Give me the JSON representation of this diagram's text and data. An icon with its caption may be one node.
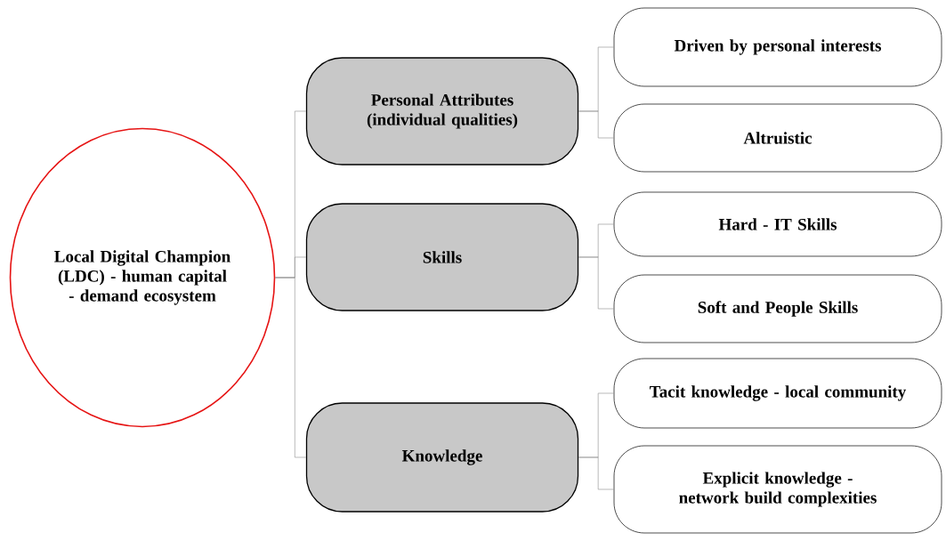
{
  "diagram": {
    "nodes": [
      {
        "text": [
          "Local Digital Champion (LDC) - human capital - demand ecosystem"
        ]
      },
      {
        "text": [
          "Personal Attributes (individual qualities)"
        ]
      },
      {
        "text": [
          "Driven by personal interests"
        ]
      },
      {
        "text": [
          "Altruistic"
        ]
      },
      {
        "text": [
          "Skills"
        ]
      },
      {
        "text": [
          "Hard - IT Skills"
        ]
      },
      {
        "text": [
          "Soft and People Skills"
        ]
      },
      {
        "text": [
          "Knowledge"
        ]
      },
      {
        "text": [
          "Tacit knowledge - local community"
        ]
      },
      {
        "text": [
          "Explicit knowledge - network build complexities"
        ]
      }
    ],
    "edges": [
      {
        "from": 0,
        "to": 1,
        "arrow": "none"
      },
      {
        "from": 0,
        "to": 4,
        "arrow": "none"
      },
      {
        "from": 0,
        "to": 7,
        "arrow": "none"
      },
      {
        "from": 1,
        "to": 2,
        "arrow": "none"
      },
      {
        "from": 1,
        "to": 3,
        "arrow": "none"
      },
      {
        "from": 4,
        "to": 5,
        "arrow": "none"
      },
      {
        "from": 4,
        "to": 6,
        "arrow": "none"
      },
      {
        "from": 7,
        "to": 8,
        "arrow": "none"
      },
      {
        "from": 7,
        "to": 9,
        "arrow": "none"
      }
    ]
  }
}
